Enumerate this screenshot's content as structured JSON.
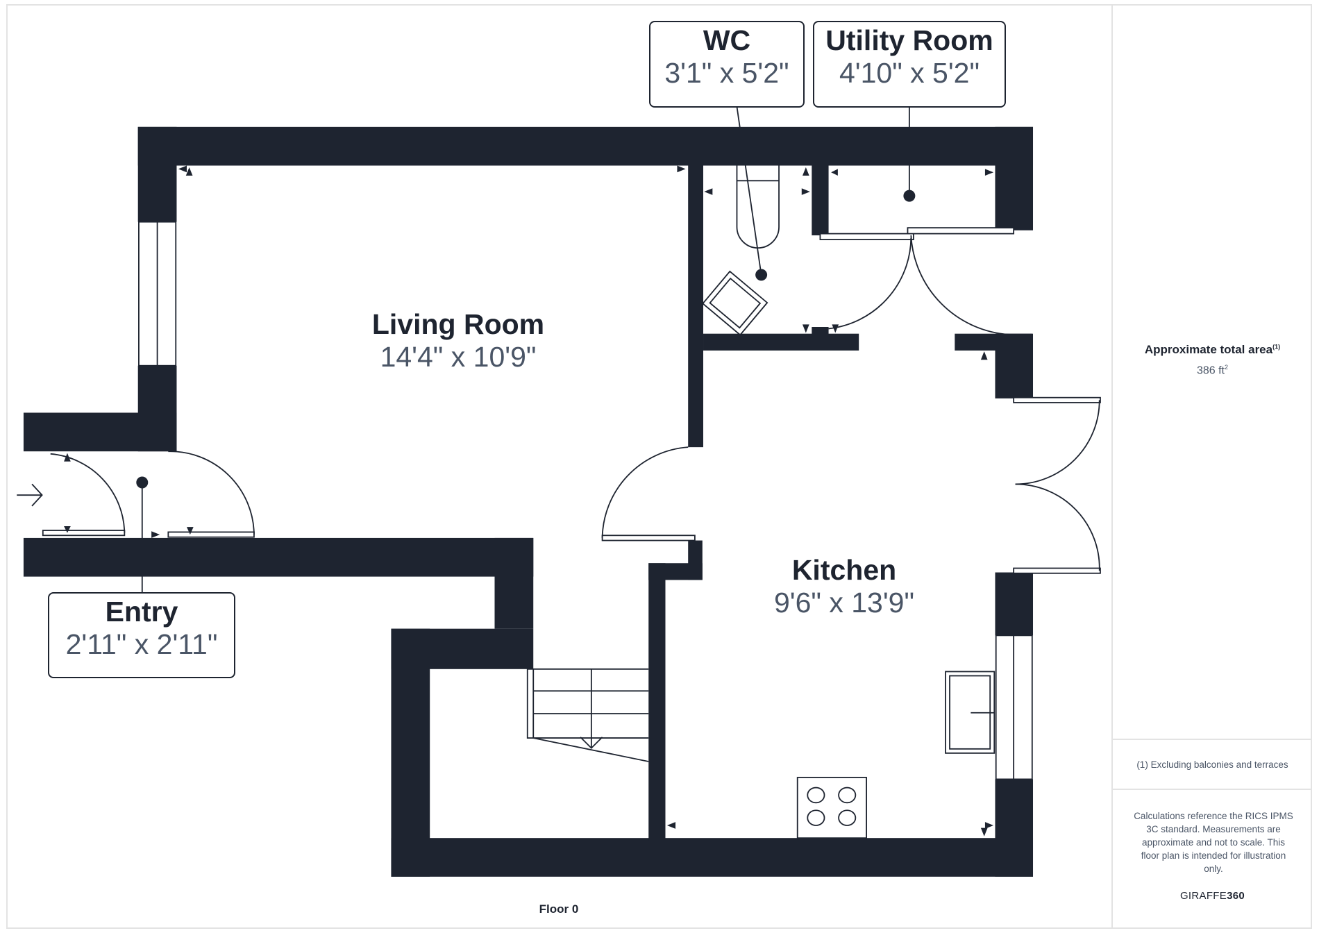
{
  "floor_plan": {
    "floor_label": "Floor 0",
    "colors": {
      "wall": "#1e2430",
      "text_primary": "#1e2430",
      "text_secondary": "#4a5566",
      "frame": "#e3e3e3"
    },
    "rooms": [
      {
        "id": "living-room",
        "name": "Living Room",
        "dimensions": "14'4\" x 10'9\""
      },
      {
        "id": "kitchen",
        "name": "Kitchen",
        "dimensions": "9'6\" x 13'9\""
      },
      {
        "id": "wc",
        "name": "WC",
        "dimensions": "3'1\" x 5'2\""
      },
      {
        "id": "utility-room",
        "name": "Utility Room",
        "dimensions": "4'10\" x 5'2\""
      },
      {
        "id": "entry",
        "name": "Entry",
        "dimensions": "2'11\" x 2'11\""
      }
    ],
    "icons": [
      "entrance-arrow-icon",
      "stairs-icon",
      "toilet-icon",
      "shower-tray-icon",
      "hob-icon",
      "sink-icon",
      "door-swing-icon",
      "window-icon"
    ]
  },
  "sidebar": {
    "area_title": "Approximate total area",
    "area_title_note": "(1)",
    "area_value": "386 ft",
    "area_unit_sup": "2",
    "footnote": "(1) Excluding balconies and terraces",
    "disclaimer": "Calculations reference the RICS IPMS 3C standard. Measurements are approximate and not to scale. This floor plan is intended for illustration only.",
    "brand_light": "GIRAFFE",
    "brand_bold": "360"
  }
}
